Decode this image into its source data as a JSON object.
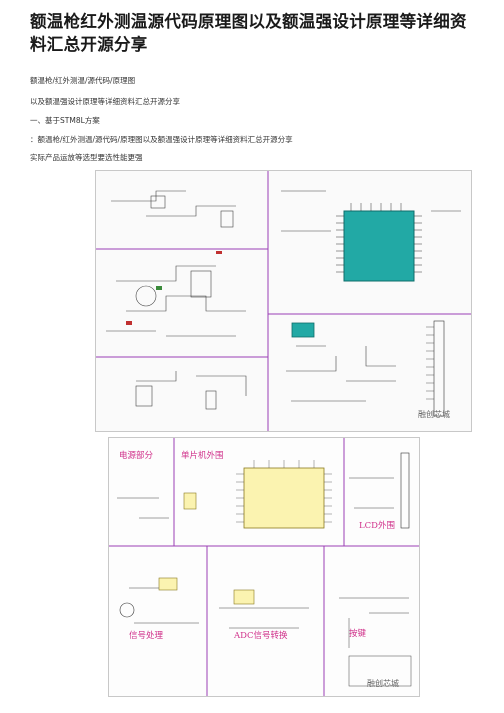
{
  "title": "额温枪红外测温源代码原理图以及额温强设计原理等详细资料汇总开源分享",
  "lines": [
    "额温枪/红外测温/源代码/原理图",
    "以及额温强设计原理等详细资料汇总开源分享",
    "一、基于STM8L方案",
    "：额温枪/红外测温/源代码/原理图以及额温强设计原理等详细资料汇总开源分享",
    "实际产品运放等选型要选性能更强"
  ],
  "figure2": {
    "labels": {
      "power": "电源部分",
      "mcu": "单片机外围",
      "lcd": "LCD外围",
      "signal": "信号处理",
      "adc": "ADC信号转换",
      "keys": "按键"
    }
  },
  "watermark": "融创芯城"
}
